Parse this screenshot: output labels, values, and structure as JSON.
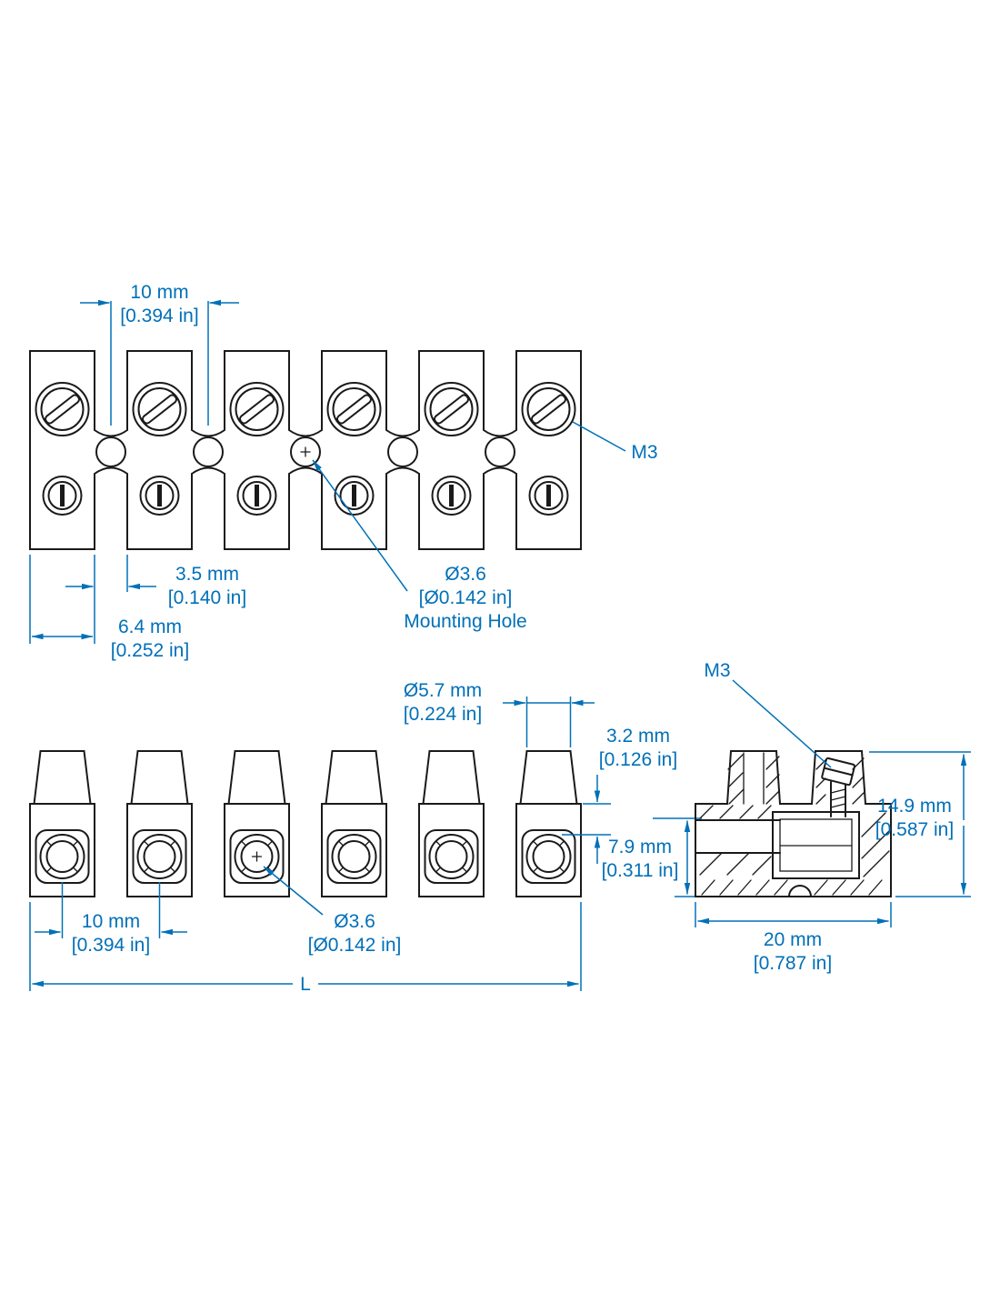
{
  "colors": {
    "dimension": "#0070b8",
    "line": "#1a1a1a",
    "background": "#ffffff"
  },
  "top_view": {
    "pitch": {
      "mm": "10 mm",
      "inch": "[0.394 in]"
    },
    "m3": "M3",
    "gap": {
      "mm": "3.5 mm",
      "inch": "[0.140 in]"
    },
    "pole_width": {
      "mm": "6.4 mm",
      "inch": "[0.252 in]"
    },
    "mounting_hole": {
      "dia": "Ø3.6",
      "dia_inch": "[Ø0.142 in]",
      "label": "Mounting Hole"
    }
  },
  "front_view": {
    "wire_entry": {
      "mm": "Ø5.7 mm",
      "inch": "[0.224 in]"
    },
    "recess": {
      "mm": "3.2 mm",
      "inch": "[0.126 in]"
    },
    "wire_height": {
      "mm": "7.9 mm",
      "inch": "[0.311 in]"
    },
    "pitch": {
      "mm": "10 mm",
      "inch": "[0.394 in]"
    },
    "screw_dia": {
      "dia": "Ø3.6",
      "dia_inch": "[Ø0.142 in]"
    },
    "length": "L"
  },
  "side_view": {
    "m3": "M3",
    "height": {
      "mm": "14.9 mm",
      "inch": "[0.587 in]"
    },
    "depth": {
      "mm": "20 mm",
      "inch": "[0.787 in]"
    }
  }
}
